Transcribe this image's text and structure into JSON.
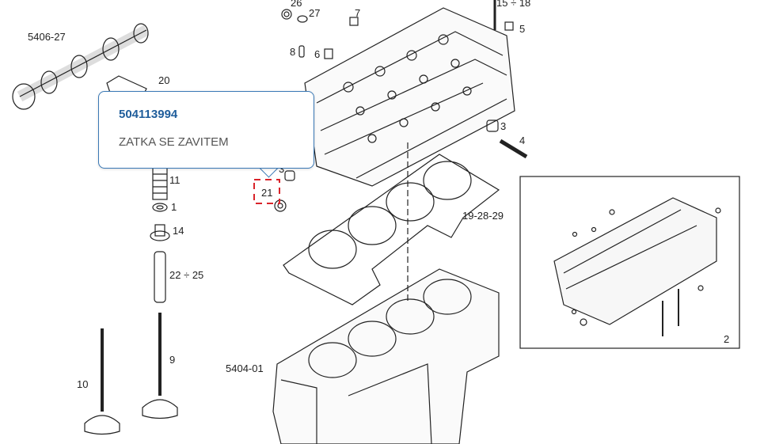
{
  "labels": {
    "camshaft": "5406-27",
    "p20": "20",
    "p26": "26",
    "p27": "27",
    "p7": "7",
    "p15_18": "15 ÷ 18",
    "p5": "5",
    "p8": "8",
    "p6": "6",
    "p3": "3",
    "p4": "4",
    "p11": "11",
    "p1": "1",
    "p14": "14",
    "p22_25": "22 ÷ 25",
    "p9": "9",
    "p10": "10",
    "p21": "21",
    "gasket": "19-28-29",
    "block": "5404-01",
    "inset": "2",
    "small3": "3"
  },
  "popup": {
    "part_number": "504113994",
    "description": "ZATKA SE ZAVITEM"
  },
  "colors": {
    "highlight": "#d9232a",
    "popup_border": "#3a78b5",
    "part_number": "#1f5d9b"
  }
}
